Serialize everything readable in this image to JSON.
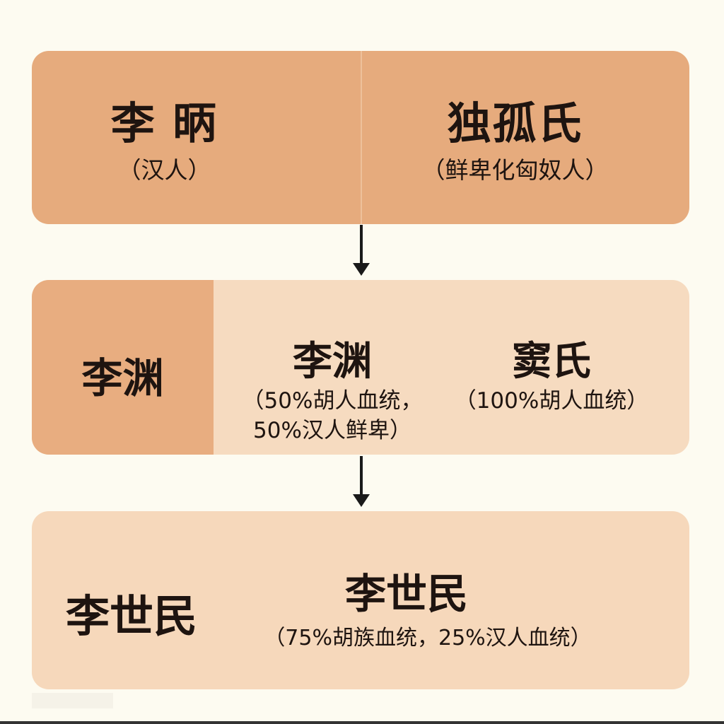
{
  "diagram": {
    "type": "lineage-flow",
    "colors": {
      "background": "#fdfbf1",
      "row1_fill": "#e6ab7d",
      "row2_label_fill": "#e8ad80",
      "row2_fill": "#f6dbc0",
      "row3_fill": "#f6d8bb",
      "text": "#1e1410",
      "arrow": "#1a1a1a"
    },
    "row1": {
      "left": {
        "name": "李 昞",
        "origin": "（汉人）"
      },
      "right": {
        "name": "独孤氏",
        "origin": "（鲜卑化匈奴人）"
      }
    },
    "row2": {
      "label": "李渊",
      "father": {
        "name": "李渊",
        "desc_line1": "（50%胡人血统，",
        "desc_line2": "50%汉人鲜卑）"
      },
      "mother": {
        "name": "窦氏",
        "desc_line1": "（100%胡人血统）"
      }
    },
    "row3": {
      "label": "李世民",
      "person": {
        "name": "李世民",
        "desc": "（75%胡族血统，25%汉人血统）"
      }
    },
    "arrows": [
      {
        "from": "row1",
        "to": "row2",
        "icon": "arrow-down-icon"
      },
      {
        "from": "row2",
        "to": "row3",
        "icon": "arrow-down-icon"
      }
    ]
  }
}
